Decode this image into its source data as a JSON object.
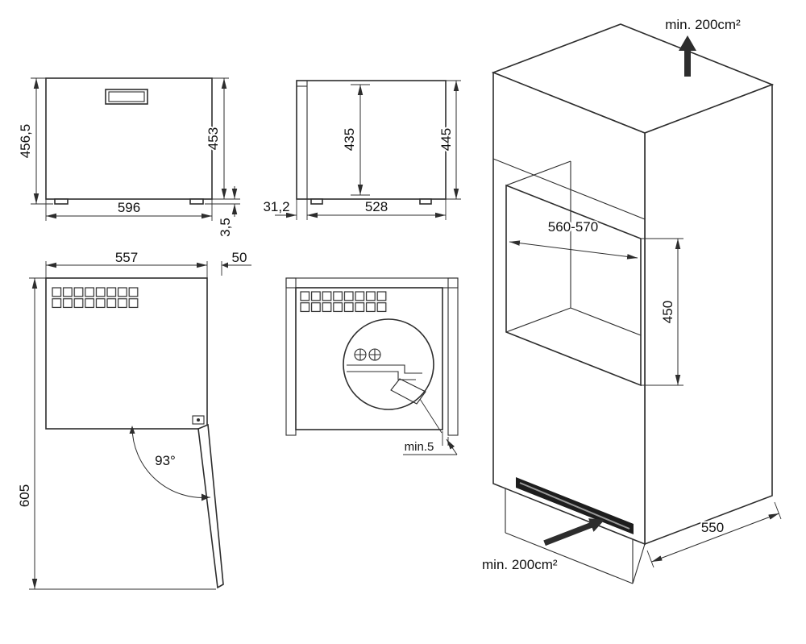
{
  "drawing": {
    "front_view": {
      "height_with_feet": "456,5",
      "height": "453",
      "width": "596",
      "feet_height": "3,5"
    },
    "side_view": {
      "inner_height": "435",
      "height": "445",
      "door_thickness": "31,2",
      "depth": "528"
    },
    "top_view": {
      "width": "557",
      "door_offset": "50",
      "door_angle": "93°",
      "depth_door_open": "605"
    },
    "detail_view": {
      "side_clearance": "min.5"
    },
    "niche_view": {
      "top_ventilation": "min. 200cm²",
      "niche_width": "560-570",
      "niche_height": "450",
      "niche_depth": "550",
      "bottom_ventilation": "min. 200cm²"
    }
  }
}
